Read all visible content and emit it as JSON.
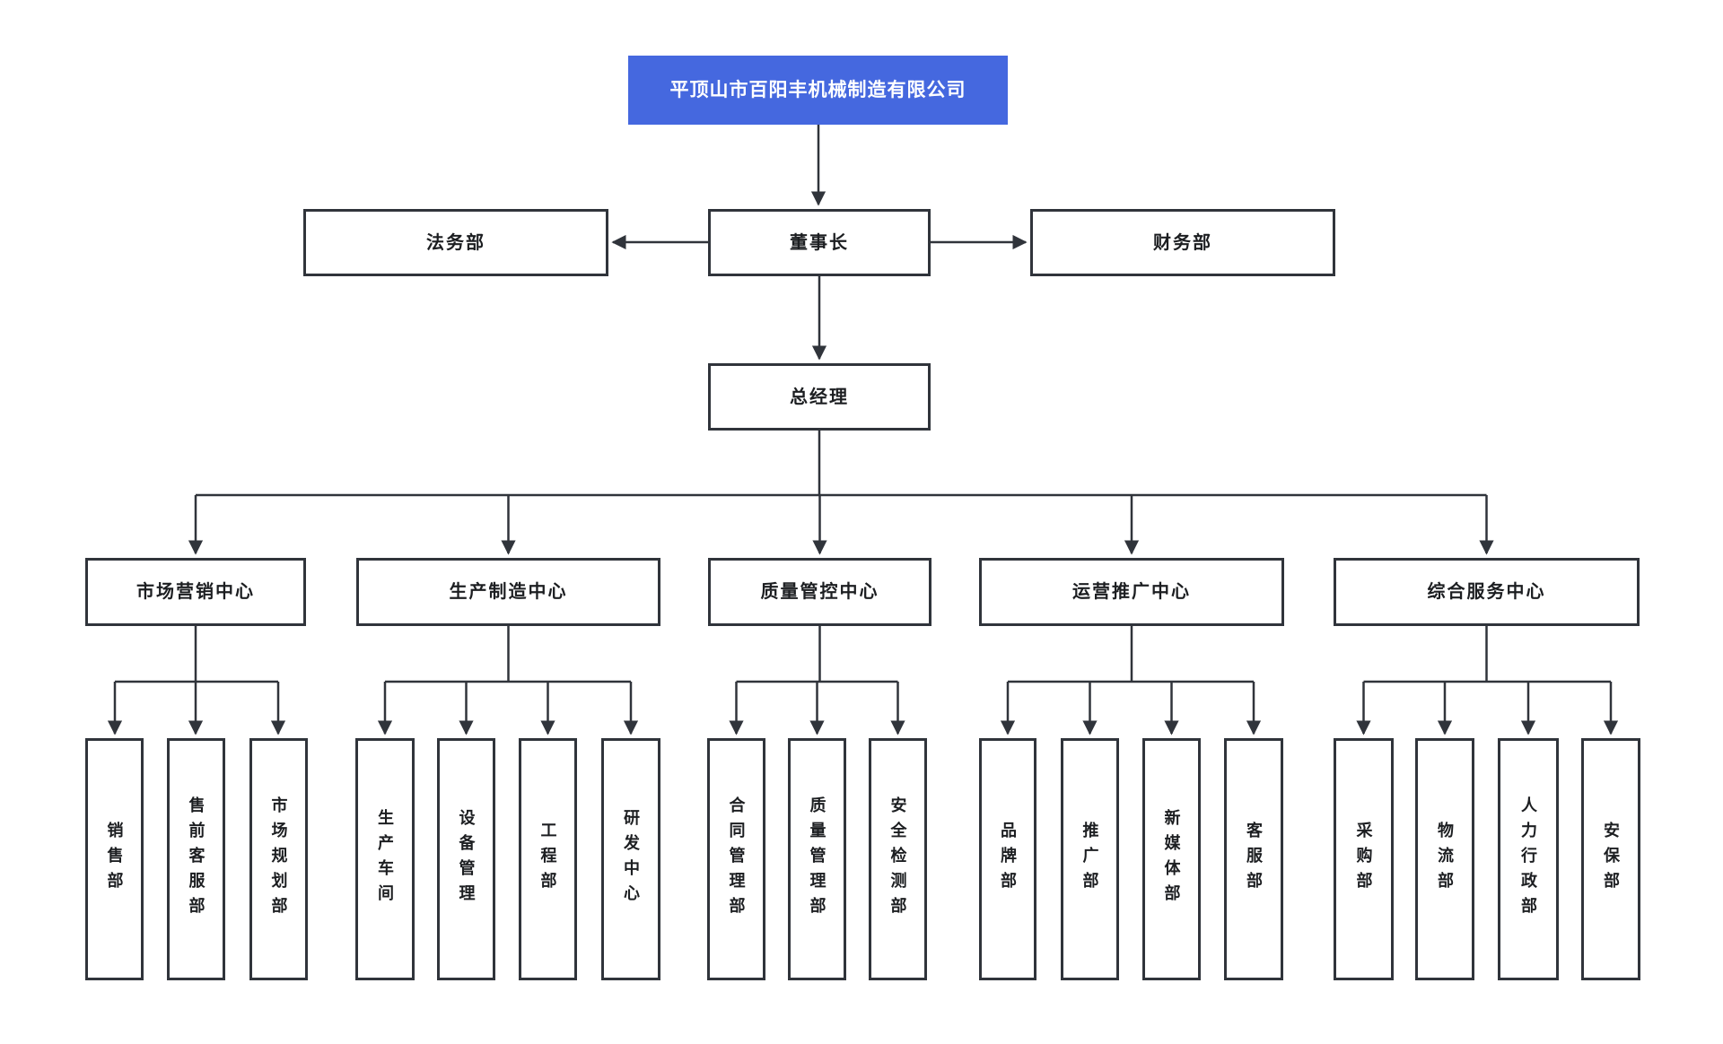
{
  "diagram": {
    "type": "org-chart",
    "root": {
      "label": "平顶山市百阳丰机械制造有限公司"
    },
    "executives": {
      "legal": {
        "label": "法务部"
      },
      "chairman": {
        "label": "董事长"
      },
      "finance": {
        "label": "财务部"
      },
      "general_manager": {
        "label": "总经理"
      }
    },
    "centers": [
      {
        "label": "市场营销中心",
        "departments": [
          {
            "label": "销售部"
          },
          {
            "label": "售前客服部"
          },
          {
            "label": "市场规划部"
          }
        ]
      },
      {
        "label": "生产制造中心",
        "departments": [
          {
            "label": "生产车间"
          },
          {
            "label": "设备管理"
          },
          {
            "label": "工程部"
          },
          {
            "label": "研发中心"
          }
        ]
      },
      {
        "label": "质量管控中心",
        "departments": [
          {
            "label": "合同管理部"
          },
          {
            "label": "质量管理部"
          },
          {
            "label": "安全检测部"
          }
        ]
      },
      {
        "label": "运营推广中心",
        "departments": [
          {
            "label": "品牌部"
          },
          {
            "label": "推广部"
          },
          {
            "label": "新媒体部"
          },
          {
            "label": "客服部"
          }
        ]
      },
      {
        "label": "综合服务中心",
        "departments": [
          {
            "label": "采购部"
          },
          {
            "label": "物流部"
          },
          {
            "label": "人力行政部"
          },
          {
            "label": "安保部"
          }
        ]
      }
    ],
    "colors": {
      "root_background": "#4568df",
      "root_text": "#ffffff",
      "node_background": "#ffffff",
      "node_border": "#30343b",
      "node_text": "#1c1e21",
      "connector_line": "#30343b",
      "page_background": "#ffffff"
    }
  }
}
